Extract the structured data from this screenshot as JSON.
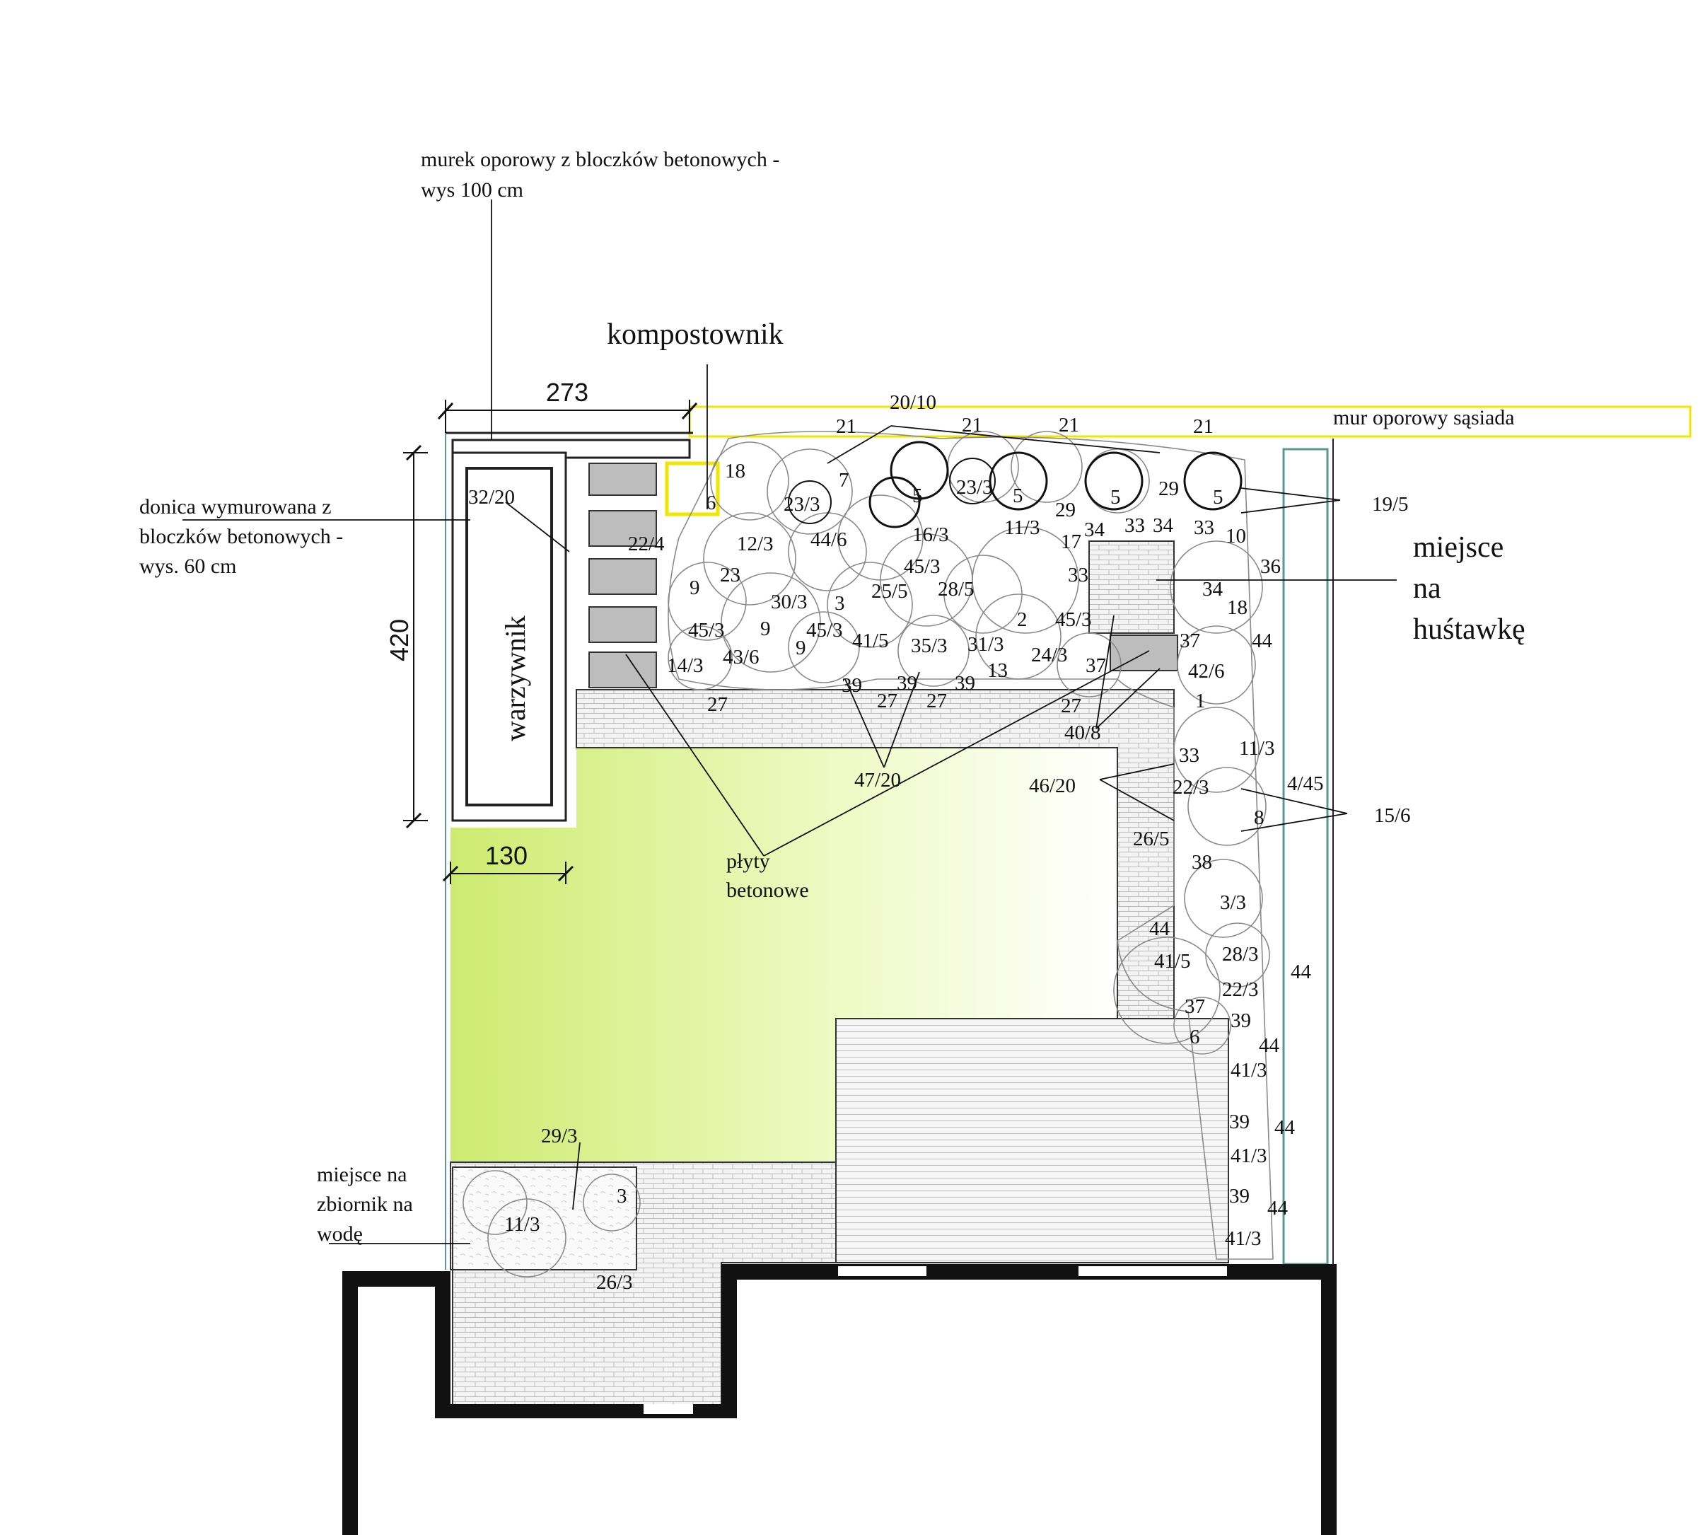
{
  "annotations": {
    "retaining_wall": [
      "murek oporowy z bloczków betonowych -",
      "wys 100 cm"
    ],
    "compost": "kompostownik",
    "planter": [
      "donica wymurowana z",
      "bloczków betonowych -",
      "wys. 60 cm"
    ],
    "vegetable_bed": "warzywnik",
    "neighbour_wall": "mur oporowy sąsiada",
    "swing": [
      "miejsce",
      "na",
      "huśtawkę"
    ],
    "concrete_slabs": [
      "płyty",
      "betonowe"
    ],
    "water_tank": [
      "miejsce na",
      "zbiornik na",
      "wodę"
    ]
  },
  "dimensions": {
    "top_width": "273",
    "height": "420",
    "bed_width": "130"
  },
  "plant_labels": [
    "20/10",
    "21",
    "21",
    "21",
    "21",
    "19/5",
    "18",
    "6",
    "7",
    "23/3",
    "23/3",
    "5",
    "5",
    "5",
    "5",
    "29",
    "29",
    "32/20",
    "22/4",
    "12/3",
    "44/6",
    "16/3",
    "11/3",
    "17",
    "34",
    "33",
    "34",
    "33",
    "10",
    "36",
    "23",
    "9",
    "30/3",
    "3",
    "25/5",
    "28/5",
    "45/3",
    "2",
    "33",
    "34",
    "18",
    "45/3",
    "9",
    "45/3",
    "41/5",
    "35/3",
    "31/3",
    "24/3",
    "45/3",
    "37",
    "44",
    "14/3",
    "43/6",
    "9",
    "13",
    "37",
    "42/6",
    "39",
    "39",
    "39",
    "27",
    "27",
    "27",
    "27",
    "40/8",
    "1",
    "11/3",
    "47/20",
    "46/20",
    "33",
    "22/3",
    "4/45",
    "15/6",
    "8",
    "26/5",
    "38",
    "3/3",
    "44",
    "41/5",
    "28/3",
    "44",
    "22/3",
    "37",
    "39",
    "6",
    "44",
    "41/3",
    "39",
    "44",
    "41/3",
    "39",
    "44",
    "41/3",
    "29/3",
    "3",
    "11/3",
    "26/3"
  ],
  "colors": {
    "lawn": "#d4f080",
    "wall_highlight": "#ffee00",
    "fence": "#5a9a8a",
    "paving": "#c8c8c8"
  }
}
